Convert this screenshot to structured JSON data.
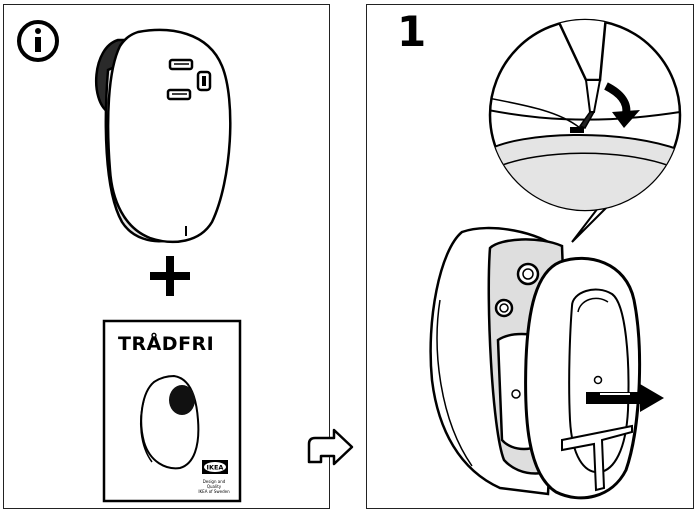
{
  "page": {
    "step_number": "1",
    "leaflet": {
      "title": "TRÅDFRI",
      "logo_text": "IKEA",
      "tag_text_line1": "Design and Quality",
      "tag_text_line2": "IKEA of Sweden"
    },
    "icons": {
      "info": "info-icon",
      "plus": "plus-icon",
      "next": "next-arrow-icon",
      "screwdriver": "screwdriver-icon",
      "press_arrow": "curved-arrow-icon",
      "pull_arrow": "pull-arrow-icon"
    }
  }
}
